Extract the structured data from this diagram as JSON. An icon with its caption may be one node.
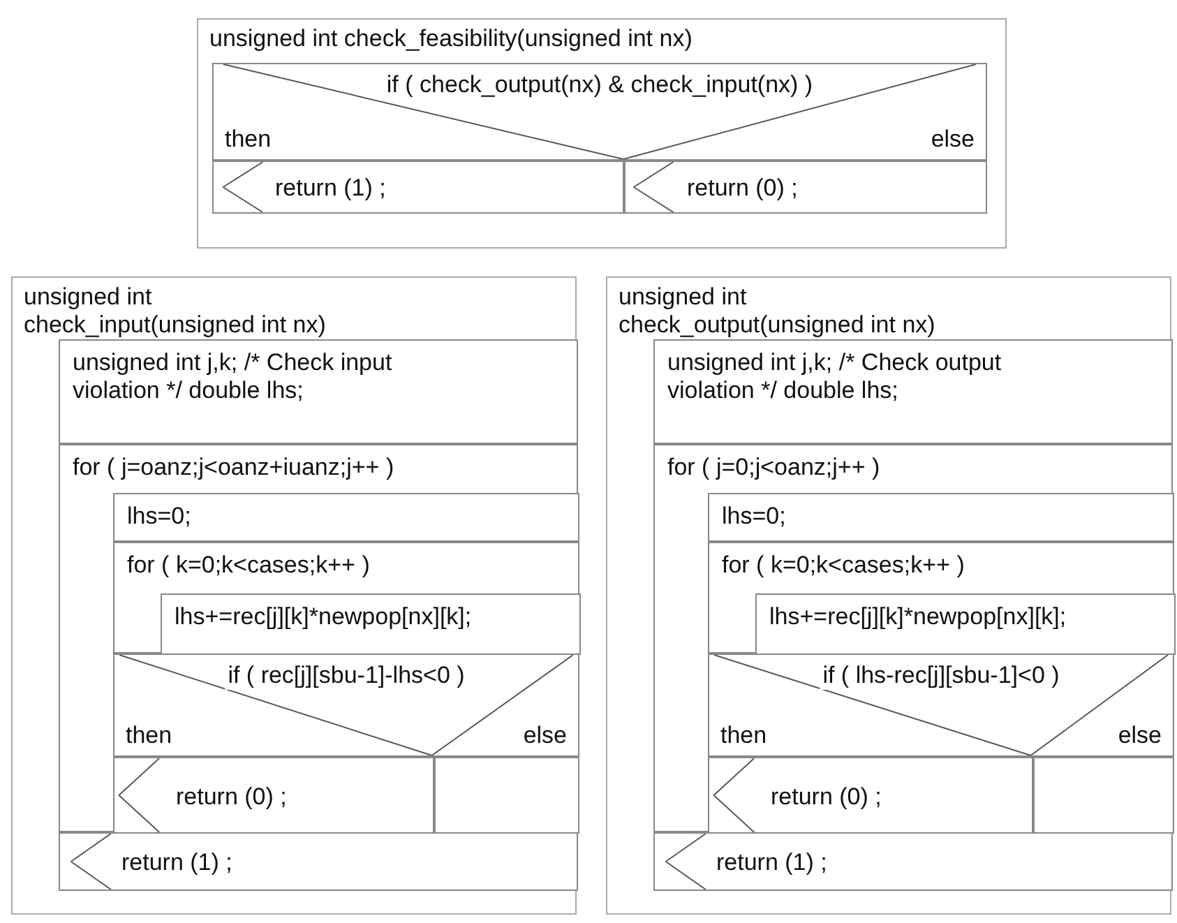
{
  "diagram": {
    "nodes": [
      {
        "text": [
          "unsigned int check_feasibility(unsigned int nx)"
        ]
      },
      {
        "text": [
          "if ( check_output(nx) & check_input(nx) )",
          "then",
          "else"
        ],
        "in": 0
      },
      {
        "text": [
          "return (1) ;"
        ],
        "in": 0
      },
      {
        "text": [
          "return (0) ;"
        ],
        "in": 0
      },
      {
        "text": [
          "unsigned int check_input(unsigned int nx)"
        ]
      },
      {
        "text": [
          "unsigned int j,k; /* Check input violation */ double lhs;"
        ],
        "in": 4
      },
      {
        "text": [
          "for ( j=oanz;j<oanz+iuanz;j++ )"
        ],
        "in": 4
      },
      {
        "text": [
          "lhs=0;"
        ],
        "in": 6
      },
      {
        "text": [
          "for ( k=0;k<cases;k++ )"
        ],
        "in": 6
      },
      {
        "text": [
          "lhs+=rec[j][k]*newpop[nx][k];"
        ],
        "in": 8
      },
      {
        "text": [
          "if ( rec[j][sbu-1]-lhs<0 )",
          "then",
          "else"
        ],
        "in": 6
      },
      {
        "text": [
          "return (0) ;"
        ],
        "in": 6
      },
      {
        "text": [],
        "shape": "box",
        "in": 6
      },
      {
        "text": [
          "return (1) ;"
        ],
        "in": 4
      },
      {
        "text": [
          "unsigned int check_output(unsigned int nx)"
        ]
      },
      {
        "text": [
          "unsigned int j,k; /* Check output violation */ double lhs;"
        ],
        "in": 14
      },
      {
        "text": [
          "for ( j=0;j<oanz;j++ )"
        ],
        "in": 14
      },
      {
        "text": [
          "lhs=0;"
        ],
        "in": 16
      },
      {
        "text": [
          "for ( k=0;k<cases;k++ )"
        ],
        "in": 16
      },
      {
        "text": [
          "lhs+=rec[j][k]*newpop[nx][k];"
        ],
        "in": 18
      },
      {
        "text": [
          "if ( lhs-rec[j][sbu-1]<0 )",
          "then",
          "else"
        ],
        "in": 16
      },
      {
        "text": [
          "return (0) ;"
        ],
        "in": 16
      },
      {
        "text": [],
        "shape": "box",
        "in": 16
      },
      {
        "text": [
          "return (1) ;"
        ],
        "in": 14
      }
    ]
  }
}
